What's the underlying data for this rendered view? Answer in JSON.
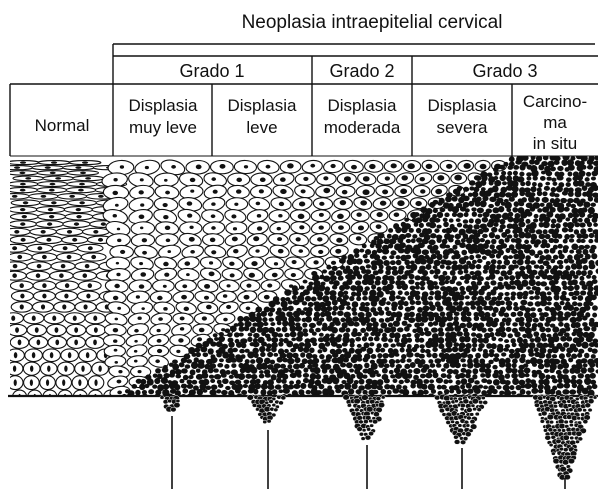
{
  "figure": {
    "title": "Neoplasia intraepitelial cervical",
    "grades": [
      {
        "label": "Grado 1"
      },
      {
        "label": "Grado 2"
      },
      {
        "label": "Grado 3"
      }
    ],
    "columns": [
      {
        "lines": [
          "Normal"
        ]
      },
      {
        "lines": [
          "Displasia",
          "muy leve"
        ]
      },
      {
        "lines": [
          "Displasia",
          "leve"
        ]
      },
      {
        "lines": [
          "Displasia",
          "moderada"
        ]
      },
      {
        "lines": [
          "Displasia",
          "severa"
        ]
      },
      {
        "lines": [
          "Carcino-",
          "ma",
          "in situ"
        ]
      }
    ],
    "colors": {
      "ink": "#111111",
      "background": "#ffffff"
    }
  }
}
